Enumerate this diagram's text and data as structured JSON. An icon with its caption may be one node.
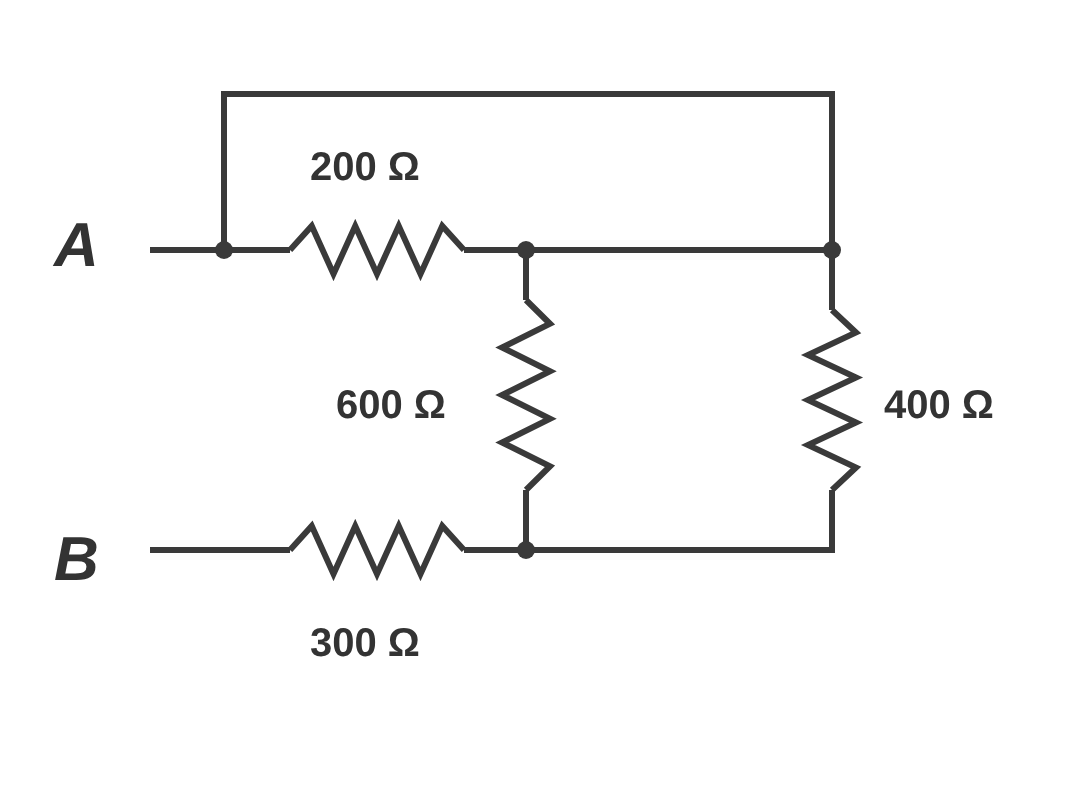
{
  "diagram": {
    "labels": [
      "A",
      "200 Ω",
      "600 Ω",
      "400 Ω",
      "B",
      "300 Ω"
    ]
  }
}
